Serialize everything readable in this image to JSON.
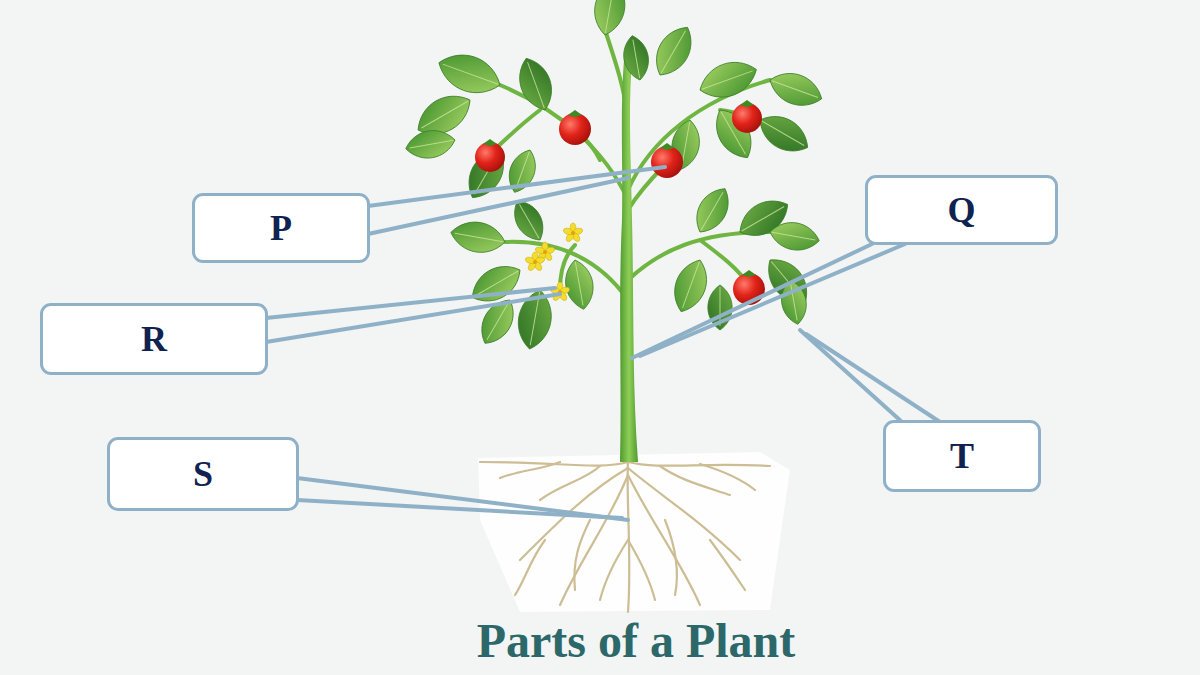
{
  "diagram": {
    "title": "Parts of a Plant",
    "nodes": [
      {
        "text": [
          "P"
        ]
      },
      {
        "text": [
          "Q"
        ]
      },
      {
        "text": [
          "R"
        ]
      },
      {
        "text": [
          "S"
        ]
      },
      {
        "text": [
          "T"
        ]
      }
    ],
    "edges": []
  }
}
